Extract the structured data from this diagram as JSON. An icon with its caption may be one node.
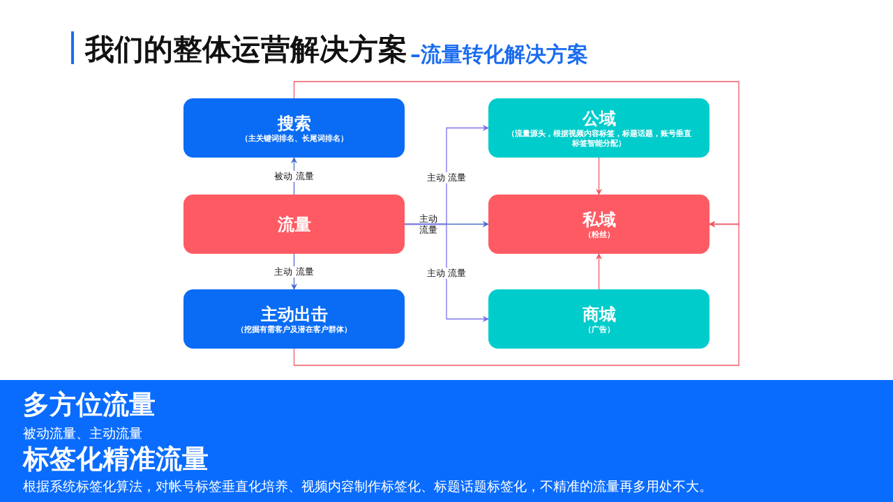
{
  "diagram": {
    "title": "我们的整体运营解决方案",
    "nodes": [
      {
        "text": [
          "搜索",
          "（主关键词排名、长尾词排名）"
        ]
      },
      {
        "text": [
          "流量"
        ]
      },
      {
        "text": [
          "主动出击",
          "（挖掘有需客户及潜在客户群体）"
        ]
      },
      {
        "text": [
          "公域",
          "（流量源头，根据视频内容标签，标题话题，账号垂直标签智能分配）"
        ]
      },
      {
        "text": [
          "私域",
          "（粉丝）"
        ]
      },
      {
        "text": [
          "商城",
          "（广告）"
        ]
      }
    ],
    "edges": [
      {
        "from": 1,
        "to": 0,
        "arrow": "to",
        "label": "被动 流量",
        "color": "#4a6fc9"
      },
      {
        "from": 1,
        "to": 2,
        "arrow": "to",
        "label": "主动 流量",
        "color": "#4a6fc9"
      },
      {
        "from": 1,
        "to": 3,
        "arrow": "to",
        "label": "主动 流量",
        "color": "#7b72e8"
      },
      {
        "from": 1,
        "to": 4,
        "arrow": "to",
        "label": "主动流量",
        "color": "#4a6fc9"
      },
      {
        "from": 1,
        "to": 5,
        "arrow": "to",
        "label": "主动 流量",
        "color": "#7b72e8"
      },
      {
        "from": 3,
        "to": 4,
        "arrow": "to",
        "color": "#ee5a64"
      },
      {
        "from": 5,
        "to": 4,
        "arrow": "to",
        "color": "#ee5a64"
      },
      {
        "from": 0,
        "to": 4,
        "arrow": "to",
        "color": "#ee5a64"
      },
      {
        "from": 2,
        "to": 4,
        "arrow": "to",
        "color": "#ee5a64"
      }
    ],
    "labels": [
      "–流量转化解决方案",
      "多方位流量",
      "被动流量、主动流量",
      "标签化精准流量",
      "根据系统标签化算法，对帐号标签垂直化培养、视频内容制作标签化、标题话题标签化，不精准的流量再多用处不大。"
    ]
  }
}
